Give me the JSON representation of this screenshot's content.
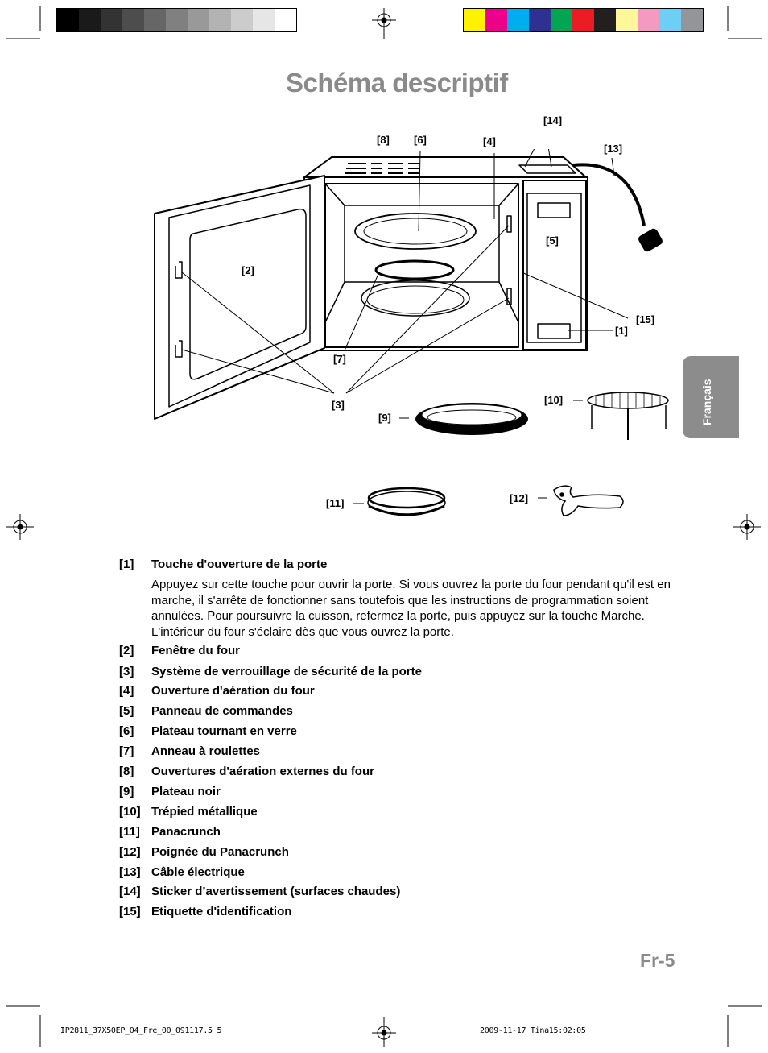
{
  "title": "Schéma descriptif",
  "language_tab": "Français",
  "page_number": "Fr-5",
  "grayscale_swatches": [
    "#000000",
    "#1a1a1a",
    "#333333",
    "#4d4d4d",
    "#666666",
    "#808080",
    "#999999",
    "#b3b3b3",
    "#cccccc",
    "#e6e6e6",
    "#ffffff"
  ],
  "color_swatches": [
    "#fff200",
    "#ec008c",
    "#00aeef",
    "#2e3192",
    "#00a651",
    "#ed1c24",
    "#231f20",
    "#fff799",
    "#f49ac1",
    "#6dcff6",
    "#939598"
  ],
  "callouts": {
    "c1": "[1]",
    "c2": "[2]",
    "c3": "[3]",
    "c4": "[4]",
    "c5": "[5]",
    "c6": "[6]",
    "c7": "[7]",
    "c8": "[8]",
    "c9": "[9]",
    "c10": "[10]",
    "c11": "[11]",
    "c12": "[12]",
    "c13": "[13]",
    "c14": "[14]",
    "c15": "[15]"
  },
  "items": [
    {
      "num": "[1]",
      "label": "Touche d'ouverture de la porte"
    },
    {
      "num": "[2]",
      "label": "Fenêtre du four"
    },
    {
      "num": "[3]",
      "label": "Système de verrouillage de sécurité de la porte"
    },
    {
      "num": "[4]",
      "label": "Ouverture d'aération du four"
    },
    {
      "num": "[5]",
      "label": "Panneau de commandes"
    },
    {
      "num": "[6]",
      "label": "Plateau tournant en verre"
    },
    {
      "num": "[7]",
      "label": "Anneau à roulettes"
    },
    {
      "num": "[8]",
      "label": "Ouvertures d'aération externes du four"
    },
    {
      "num": "[9]",
      "label": "Plateau noir"
    },
    {
      "num": "[10]",
      "label": "Trépied métallique"
    },
    {
      "num": "[11]",
      "label": "Panacrunch"
    },
    {
      "num": "[12]",
      "label": "Poignée du Panacrunch"
    },
    {
      "num": "[13]",
      "label": "Câble électrique"
    },
    {
      "num": "[14]",
      "label": "Sticker d’avertissement (surfaces chaudes)"
    },
    {
      "num": "[15]",
      "label": "Etiquette d'identification"
    }
  ],
  "item1_description": "Appuyez sur cette touche pour ouvrir la porte. Si vous ouvrez la porte du four pendant qu'il est en marche, il s'arrête de fonctionner sans toutefois que les instructions de programma­tion soient annulées. Pour poursuivre la cuisson, refermez la porte, puis appuyez sur la touche Marche. L'intérieur du four s'éclaire dès que vous ouvrez la porte.",
  "footer": {
    "left": "IP2811_37X50EP_04_Fre_00_091117.5   5",
    "right": "2009-11-17   Tina15:02:05"
  }
}
